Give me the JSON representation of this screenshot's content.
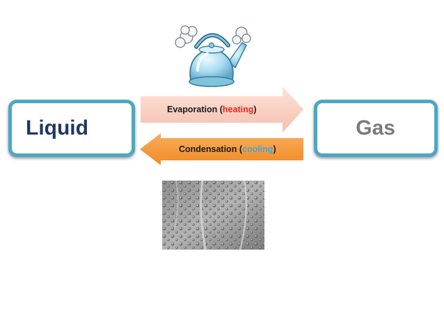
{
  "diagram": {
    "left_state": "Liquid",
    "right_state": "Gas",
    "forward_process": {
      "name": "Evaporation",
      "condition": "heating",
      "open_paren": "(",
      "close_paren": ")"
    },
    "reverse_process": {
      "name": "Condensation",
      "condition": "cooling",
      "open_paren": "(",
      "close_paren": ")"
    }
  },
  "colors": {
    "box_border": "#4aa8c3",
    "liquid_text": "#1f3864",
    "gas_text": "#7a7a7a",
    "heating_text": "#e8241c",
    "cooling_text": "#3fa9d6",
    "evaporation_arrow": "#f6c8b8",
    "condensation_arrow": "#f28c28"
  },
  "icons": {
    "top_image": "steaming-kettle-icon",
    "bottom_image": "condensation-droplets-image"
  }
}
